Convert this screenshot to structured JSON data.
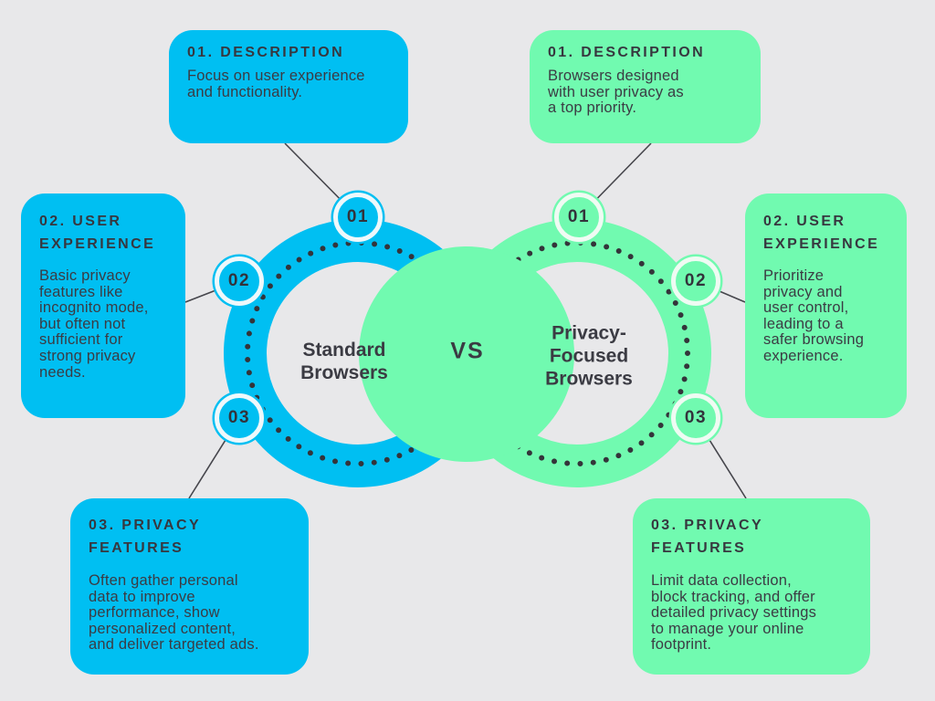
{
  "palette": {
    "background": "#E8E8EA",
    "standard_accent": "#00BFF2",
    "privacy_accent": "#71FAB0",
    "text": "#3B3B43",
    "connector_line": "#46464C"
  },
  "center": {
    "vs_label": "VS"
  },
  "left": {
    "circle_label": "Standard\nBrowsers",
    "badges": [
      "01",
      "02",
      "03"
    ],
    "cards": [
      {
        "title": "01. DESCRIPTION",
        "body": "Focus on user experience\nand functionality."
      },
      {
        "title": "02. USER\nEXPERIENCE",
        "body": "Basic privacy\nfeatures like\nincognito mode,\nbut often not\nsufficient for\nstrong privacy\nneeds."
      },
      {
        "title": "03. PRIVACY\nFEATURES",
        "body": "Often gather personal\ndata to improve\nperformance, show\npersonalized content,\nand deliver targeted ads."
      }
    ]
  },
  "right": {
    "circle_label": "Privacy-\nFocused\nBrowsers",
    "badges": [
      "01",
      "02",
      "03"
    ],
    "cards": [
      {
        "title": "01. DESCRIPTION",
        "body": "Browsers designed\nwith user privacy as\na top priority."
      },
      {
        "title": "02. USER\nEXPERIENCE",
        "body": "Prioritize\nprivacy and\nuser control,\nleading to a\nsafer browsing\nexperience."
      },
      {
        "title": "03. PRIVACY\nFEATURES",
        "body": "Limit data collection,\nblock tracking, and offer\ndetailed privacy settings\nto manage your online\nfootprint."
      }
    ]
  }
}
